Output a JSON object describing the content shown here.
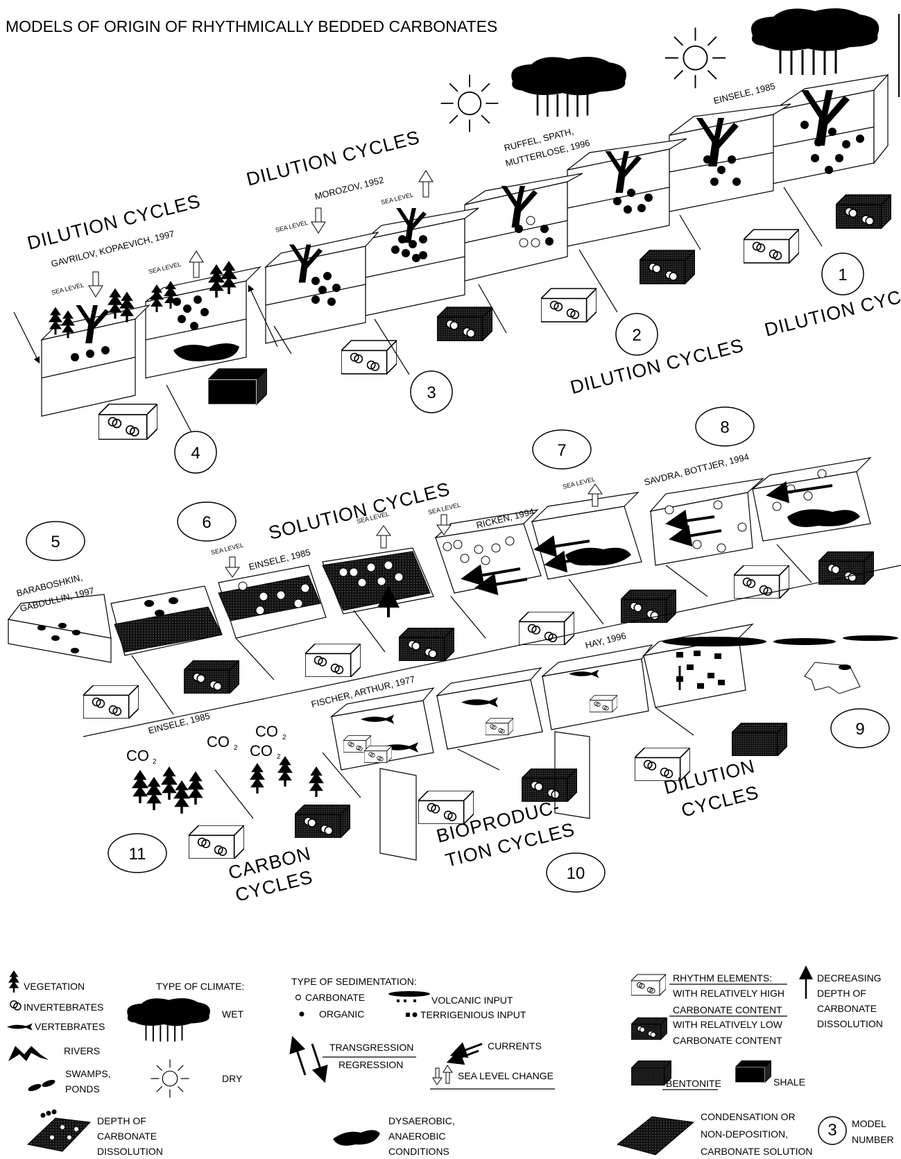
{
  "title": "MODELS OF ORIGIN OF RHYTHMICALLY  BEDDED CARBONATES",
  "cycles": {
    "dilution": "DILUTION    CYCLES",
    "dilution_short": "DILUTION   CYCLES",
    "solution": "SOLUTION CYCLES",
    "carbon_1": "CARBON",
    "carbon_2": "CYCLES",
    "bioproduction_1": "BIOPRODUC-",
    "bioproduction_2": "TION CYCLES",
    "dilution_1": "DILUTION",
    "dilution_2": "CYCLES"
  },
  "authors": {
    "gavrilov": "GAVRILOV, KOPAEVICH, 1997",
    "morozov": "MOROZOV, 1952",
    "ruffel_1": "RUFFEL, SPATH,",
    "ruffel_2": "MUTTERLOSE, 1996",
    "einsele_top": "EINSELE, 1985",
    "baraboshkin_1": "BARABOSHKIN,",
    "baraboshkin_2": "GABDULLIN, 1997",
    "einsele_mid": "EINSELE, 1985",
    "ricken": "RICKEN, 1994",
    "savdra": "SAVDRA, BOTTJER, 1994",
    "hay": "HAY, 1996",
    "fischer": "FISCHER, ARTHUR, 1977",
    "einsele_low": "EINSELE, 1985"
  },
  "sea_level": "SEA LEVEL",
  "co2": "CO",
  "co2_sub": "2",
  "models": [
    "1",
    "2",
    "3",
    "4",
    "5",
    "6",
    "7",
    "8",
    "9",
    "10",
    "11"
  ],
  "legend": {
    "vegetation": "VEGETATION",
    "invertebrates": "INVERTEBRATES",
    "vertebrates": "VERTEBRATES",
    "rivers": "RIVERS",
    "swamps_1": "SWAMPS,",
    "swamps_2": "PONDS",
    "climate_title": "TYPE OF CLIMATE:",
    "wet": "WET",
    "dry": "DRY",
    "sed_title": "TYPE OF SEDIMENTATION:",
    "carbonate": "CARBONATE",
    "organic": "ORGANIC",
    "volcanic": "VOLCANIC INPUT",
    "terrigenious": "TERRIGENIOUS INPUT",
    "transgression": "TRANSGRESSION",
    "regression": "REGRESSION",
    "currents": "CURRENTS",
    "sea_level_change": "SEA LEVEL  CHANGE",
    "rhythm_title": "RHYTHM ELEMENTS:",
    "high_1": "WITH RELATIVELY HIGH",
    "high_2": "CARBONATE CONTENT",
    "low_1": "WITH RELATIVELY LOW",
    "low_2": "CARBONATE CONTENT",
    "bentonite": "BENTONITE",
    "shale": "SHALE",
    "decreasing_1": "DECREASING",
    "decreasing_2": "DEPTH OF",
    "decreasing_3": "CARBONATE",
    "decreasing_4": "DISSOLUTION",
    "depth_1": "DEPTH OF",
    "depth_2": "CARBONATE",
    "depth_3": "DISSOLUTION",
    "dys_1": "DYSAEROBIC,",
    "dys_2": "ANAEROBIC",
    "dys_3": "CONDITIONS",
    "cond_1": "CONDENSATION OR",
    "cond_2": "NON-DEPOSITION,",
    "cond_3": "CARBONATE SOLUTION",
    "model_number_1": "MODEL",
    "model_number_2": "NUMBER",
    "model_number_sample": "3"
  }
}
